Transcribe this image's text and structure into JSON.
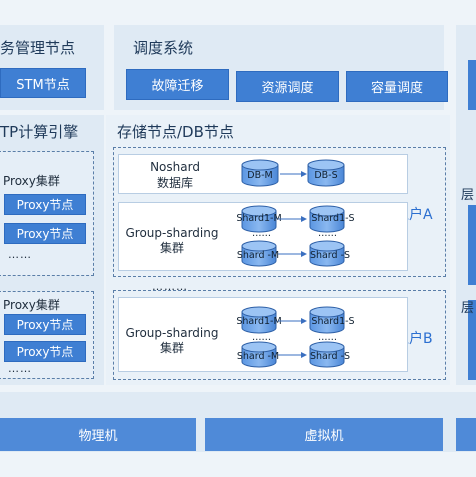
{
  "top_left": {
    "title": "务管理节点",
    "button": "STM节点"
  },
  "schedule": {
    "title": "调度系统",
    "buttons": [
      "故障迁移",
      "资源调度",
      "容量调度"
    ]
  },
  "compute": {
    "title": "TP计算引擎",
    "group_a": {
      "label": "Proxy集群",
      "items": [
        "Proxy节点",
        "Proxy节点"
      ],
      "more": "……"
    },
    "group_b": {
      "label": "Proxy集群",
      "items": [
        "Proxy节点",
        "Proxy节点"
      ],
      "more": "……"
    }
  },
  "storage": {
    "title": "存储节点/DB节点",
    "noshard": {
      "label_line1": "Noshard",
      "label_line2": "数据库",
      "master": "DB-M",
      "slave": "DB-S"
    },
    "gs_a": {
      "label_line1": "Group-sharding",
      "label_line2": "集群",
      "more_left": "……",
      "more_right": "……",
      "rows": [
        {
          "master": "Shard1-M",
          "slave": "Shard1-S"
        },
        {
          "master": "Shard -M",
          "slave": "Shard -S"
        }
      ]
    },
    "gs_b": {
      "label_line1": "Group-sharding",
      "label_line2": "集群",
      "more_left": "……",
      "more_right": "……",
      "rows": [
        {
          "master": "Shard1-M",
          "slave": "Shard1-S"
        },
        {
          "master": "Shard -M",
          "slave": "Shard -S"
        }
      ]
    },
    "tenant_a": "租户A",
    "tenant_b": "租户B",
    "between": "………"
  },
  "right_partial": [
    "层",
    "层"
  ],
  "bottom": {
    "physical": "物理机",
    "virtual": "虚拟机"
  },
  "colors": {
    "accent": "#3f7fd3",
    "panel": "#dfeaf4",
    "dashed": "#5a7ea8"
  }
}
